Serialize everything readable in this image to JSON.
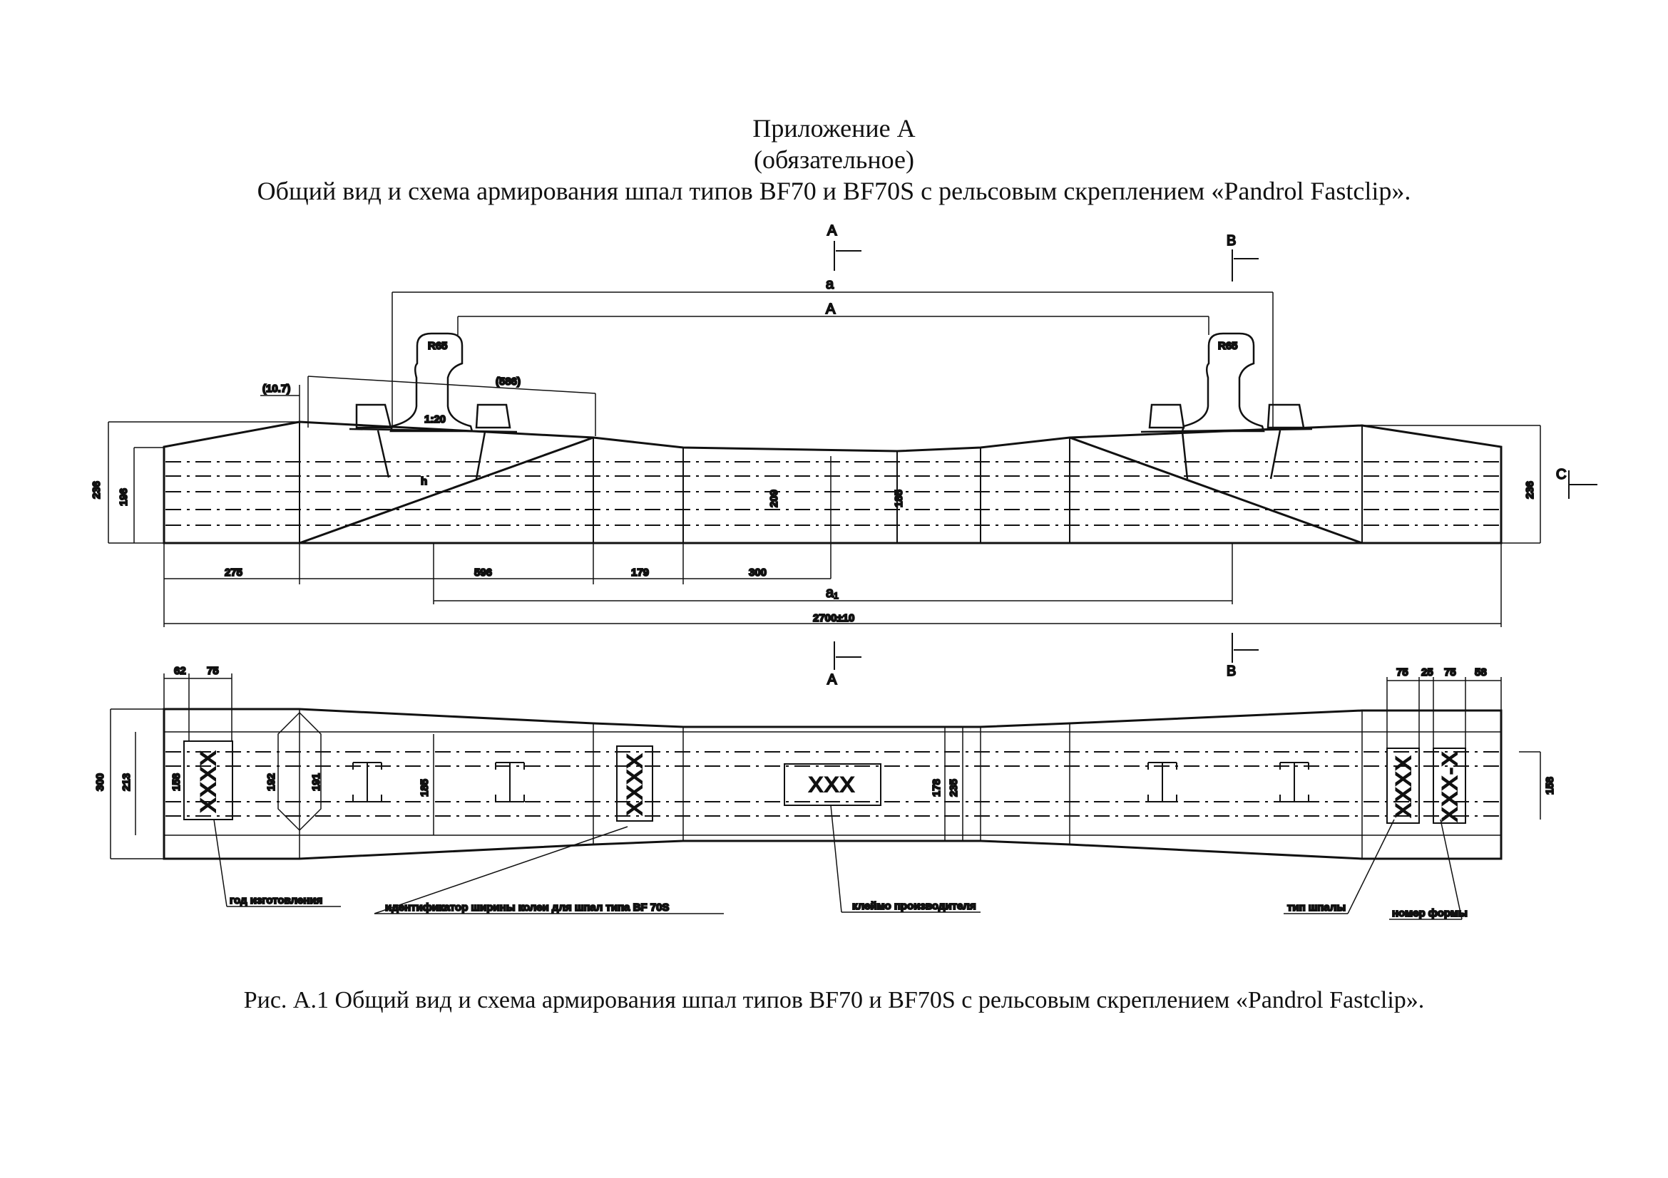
{
  "header": {
    "appendix": "Приложение А",
    "status": "(обязательное)",
    "title": "Общий вид и схема армирования шпал типов BF70 и BF70S с рельсовым скреплением «Pandrol Fastclip»."
  },
  "caption": "Рис. А.1 Общий вид и схема армирования шпал типов BF70 и BF70S с рельсовым скреплением «Pandrol Fastclip».",
  "elevation": {
    "gauge_outer": "a",
    "gauge_inner": "A",
    "gauge_lower": "a₁",
    "left_offset": "(10.7)",
    "rail_spacing": "(586)",
    "rail_head_radius": "R65",
    "rail_cant": "1:20",
    "h_label": "h",
    "dims_bottom": [
      "275",
      "596",
      "179",
      "300"
    ],
    "total_length": "2700±10",
    "height_end_left": "236",
    "height_inner_left": "196",
    "height_rail_seat": "209",
    "height_center": "185",
    "height_end_right": "236",
    "section_a": "A",
    "section_b": "B",
    "section_c": "C"
  },
  "plan": {
    "top_left_dims": [
      "62",
      "75"
    ],
    "top_right_dims": [
      "75",
      "25",
      "75",
      "58"
    ],
    "width_end": "300",
    "width_213": "213",
    "width_158_left": "158",
    "width_192": "192",
    "width_191": "191",
    "width_185": "185",
    "width_178": "178",
    "width_235": "235",
    "width_158_right": "158",
    "mark_year": "XXXX",
    "mark_gauge": "XXXX",
    "mark_maker": "XXX",
    "mark_type": "XXXX",
    "mark_form": "XXX-X"
  },
  "callouts": {
    "year": "год изготовления",
    "gauge_id": "идентификатор ширины колеи для шпал типа BF 70S",
    "maker": "клеймо производителя",
    "type": "тип шпалы",
    "form": "номер формы"
  }
}
